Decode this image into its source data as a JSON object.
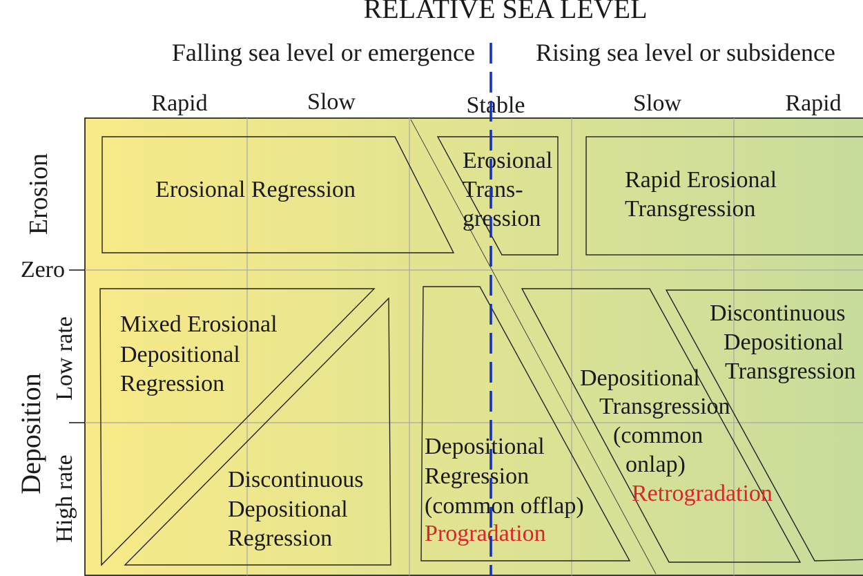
{
  "title": "RELATIVE SEA LEVEL",
  "header": {
    "falling": "Falling sea level or emergence",
    "rising": "Rising sea level or subsidence"
  },
  "columns": [
    "Rapid",
    "Slow",
    "Stable",
    "Slow",
    "Rapid"
  ],
  "y_labels": {
    "erosion": "Erosion",
    "zero": "Zero",
    "deposition": "Deposition",
    "low_rate": "Low rate",
    "high_rate": "High rate"
  },
  "regions": {
    "erosional_regression": [
      "Erosional Regression"
    ],
    "erosional_transgression": [
      "Erosional",
      "Trans-",
      "gression"
    ],
    "rapid_erosional_transgression": [
      "Rapid Erosional",
      "Transgression"
    ],
    "mixed_erosional_depositional_regression": [
      "Mixed Erosional",
      "Depositional",
      "Regression"
    ],
    "discontinuous_depositional_regression": [
      "Discontinuous",
      "Depositional",
      "Regression"
    ],
    "depositional_regression": [
      "Depositional",
      "Regression",
      "(common offlap)"
    ],
    "progradation": "Progradation",
    "depositional_transgression": [
      "Depositional",
      "Transgression",
      "(common",
      "onlap)"
    ],
    "retrogradation": "Retrogradation",
    "discontinuous_depositional_transgression": [
      "Discontinuous",
      "Depositional",
      "Transgression"
    ]
  },
  "colors": {
    "gradient_left": "#f8ea88",
    "gradient_right": "#c7dc9c",
    "stable_line": "#1432c8",
    "highlight_text": "#d9262a",
    "grid": "#a8a8a8"
  }
}
